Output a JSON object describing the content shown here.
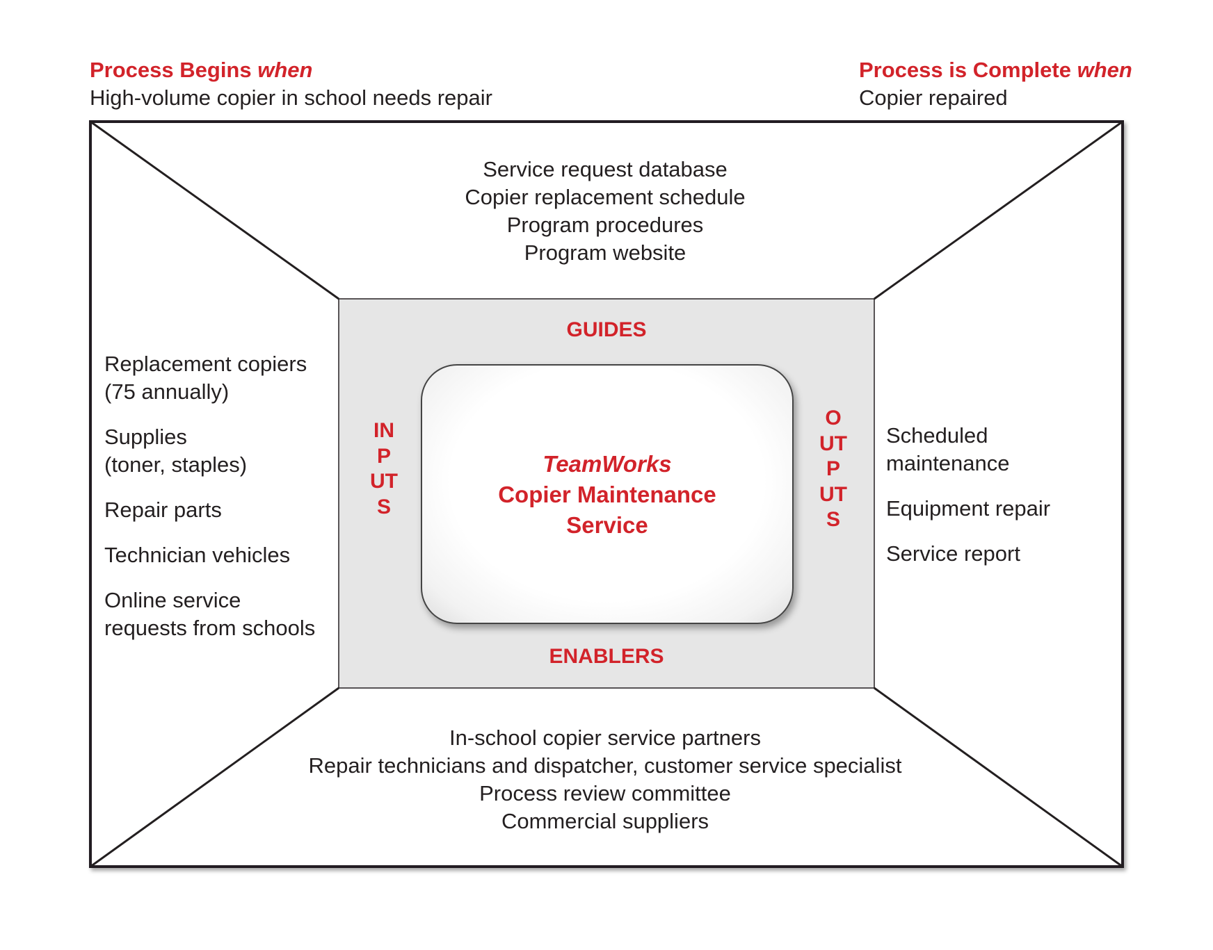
{
  "begin": {
    "label": "Process Begins",
    "label_em": "when",
    "text": "High-volume copier in school needs repair"
  },
  "complete": {
    "label": "Process is Complete",
    "label_em": "when",
    "text": "Copier repaired"
  },
  "guides": {
    "label": "GUIDES",
    "items": [
      "Service request database",
      "Copier replacement schedule",
      "Program procedures",
      "Program website"
    ]
  },
  "enablers": {
    "label": "ENABLERS",
    "items": [
      "In-school copier service partners",
      "Repair technicians and dispatcher, customer service specialist",
      "Process review committee",
      "Commercial suppliers"
    ]
  },
  "inputs": {
    "label": "INPUTS",
    "items": [
      [
        "Replacement copiers",
        "(75 annually)"
      ],
      [
        "Supplies",
        "(toner, staples)"
      ],
      [
        "Repair parts"
      ],
      [
        "Technician vehicles"
      ],
      [
        "Online service",
        "requests from schools"
      ]
    ]
  },
  "outputs": {
    "label": "OUTPUTS",
    "items": [
      [
        "Scheduled",
        "maintenance"
      ],
      [
        "Equipment repair"
      ],
      [
        "Service report"
      ]
    ]
  },
  "process": {
    "brand": "TeamWorks",
    "line1": "Copier Maintenance",
    "line2": "Service"
  },
  "colors": {
    "accent": "#d2232a",
    "text": "#231f20",
    "core_band": "#e6e6e6"
  }
}
